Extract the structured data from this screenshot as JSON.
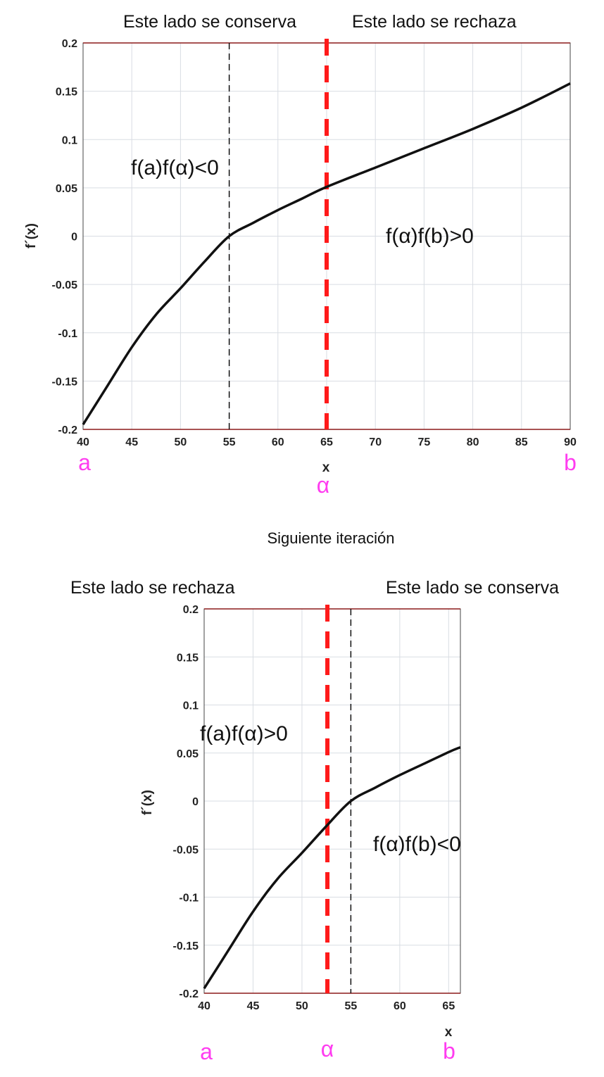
{
  "chart_data": [
    {
      "type": "line",
      "xlabel": "x",
      "ylabel": "f´(x)",
      "xlim": [
        40,
        90
      ],
      "ylim": [
        -0.2,
        0.2
      ],
      "x_ticks": [
        "40",
        "45",
        "50",
        "55",
        "60",
        "65",
        "70",
        "75",
        "80",
        "85",
        "90"
      ],
      "y_ticks": [
        "0.2",
        "0.15",
        "0.1",
        "0.05",
        "0",
        "-0.05",
        "-0.1",
        "-0.15",
        "-0.2"
      ],
      "grid": true,
      "series": [
        {
          "x": [
            40,
            42.5,
            45,
            47.5,
            50,
            52.5,
            55,
            57.5,
            60,
            62.5,
            65,
            70,
            75,
            80,
            85,
            90
          ],
          "y": [
            -0.195,
            -0.155,
            -0.115,
            -0.081,
            -0.054,
            -0.026,
            0.0,
            0.014,
            0.027,
            0.039,
            0.051,
            0.071,
            0.091,
            0.111,
            0.133,
            0.158
          ]
        }
      ],
      "vlines": [
        {
          "x": 55,
          "color": "#000000",
          "style": "dashed-thin"
        },
        {
          "x": 65,
          "color": "#ff1a1a",
          "style": "dashed-thick"
        }
      ],
      "header_left": "Este lado se conserva",
      "header_right": "Este lado se rechaza",
      "annotation_left": "f(a)f(α)<0",
      "annotation_right": "f(α)f(b)>0",
      "marker_a": "a",
      "marker_alpha": "α",
      "marker_b": "b"
    },
    {
      "type": "line",
      "xlabel": "x",
      "ylabel": "f´(x)",
      "xlim": [
        40,
        66.2
      ],
      "ylim": [
        -0.2,
        0.2
      ],
      "x_ticks": [
        "40",
        "45",
        "50",
        "55",
        "60",
        "65"
      ],
      "y_ticks": [
        "0.2",
        "0.15",
        "0.1",
        "0.05",
        "0",
        "-0.05",
        "-0.1",
        "-0.15",
        "-0.2"
      ],
      "grid": true,
      "series": [
        {
          "x": [
            40,
            42.5,
            45,
            47.5,
            50,
            52.5,
            55,
            57.5,
            60,
            62.5,
            65,
            66.2
          ],
          "y": [
            -0.195,
            -0.155,
            -0.115,
            -0.081,
            -0.054,
            -0.026,
            0.0,
            0.014,
            0.027,
            0.039,
            0.051,
            0.056
          ]
        }
      ],
      "vlines": [
        {
          "x": 55,
          "color": "#000000",
          "style": "dashed-thin"
        },
        {
          "x": 52.6,
          "color": "#ff1a1a",
          "style": "dashed-thick"
        }
      ],
      "header_left": "Este lado se rechaza",
      "header_right": "Este lado se conserva",
      "annotation_left": "f(a)f(α)>0",
      "annotation_right": "f(α)f(b)<0",
      "marker_a": "a",
      "marker_alpha": "α",
      "marker_b": "b"
    }
  ],
  "middle_caption": "Siguiente iteración",
  "colors": {
    "curve": "#111111",
    "guide": "#000000",
    "midpoint": "#ff1a1a",
    "endpoints": "#ff3cf0",
    "grid": "#d9dde3",
    "frame": "#8b1a1a"
  }
}
